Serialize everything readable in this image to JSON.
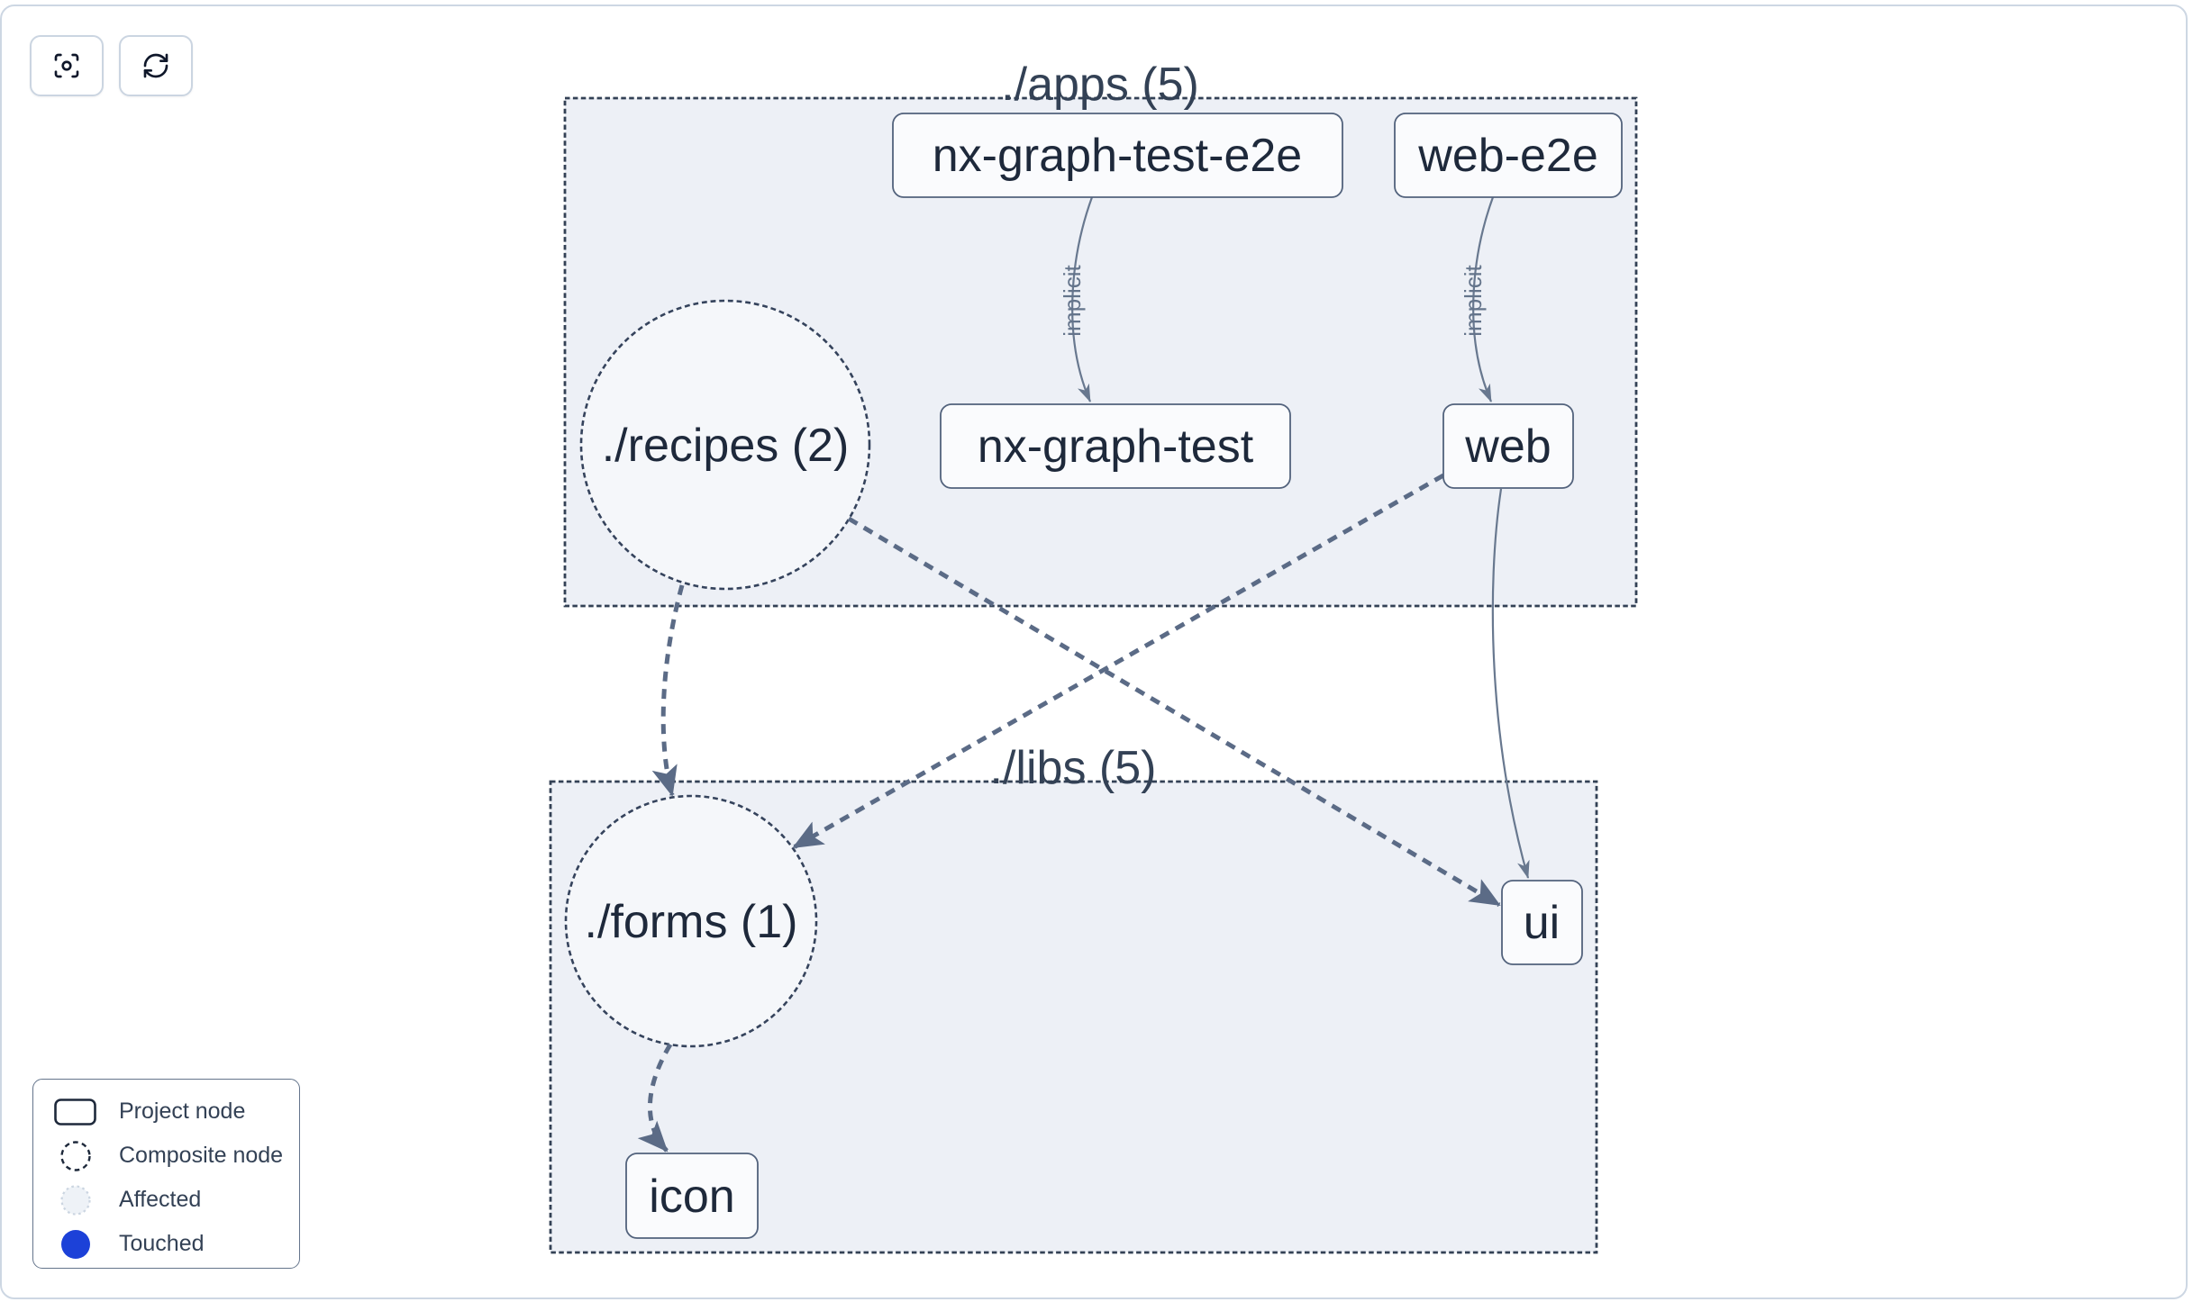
{
  "toolbar": {
    "buttons": [
      {
        "id": "center-graph",
        "icon": "focus-icon"
      },
      {
        "id": "refresh-graph",
        "icon": "refresh-icon"
      }
    ]
  },
  "graph": {
    "clusters": [
      {
        "id": "apps",
        "label": "./apps (5)"
      },
      {
        "id": "libs",
        "label": "./libs (5)"
      }
    ],
    "composite_nodes": [
      {
        "id": "recipes",
        "label": "./recipes (2)"
      },
      {
        "id": "forms",
        "label": "./forms (1)"
      }
    ],
    "project_nodes": [
      {
        "id": "nx-graph-test-e2e",
        "label": "nx-graph-test-e2e"
      },
      {
        "id": "web-e2e",
        "label": "web-e2e"
      },
      {
        "id": "nx-graph-test",
        "label": "nx-graph-test"
      },
      {
        "id": "web",
        "label": "web"
      },
      {
        "id": "ui",
        "label": "ui"
      },
      {
        "id": "icon",
        "label": "icon"
      }
    ],
    "edges": [
      {
        "from": "nx-graph-test-e2e",
        "to": "nx-graph-test",
        "label": "implicit",
        "style": "solid"
      },
      {
        "from": "web-e2e",
        "to": "web",
        "label": "implicit",
        "style": "solid"
      },
      {
        "from": "web",
        "to": "ui",
        "label": "",
        "style": "solid"
      },
      {
        "from": "recipes",
        "to": "forms",
        "label": "",
        "style": "dashed"
      },
      {
        "from": "recipes",
        "to": "ui",
        "label": "",
        "style": "dashed"
      },
      {
        "from": "web",
        "to": "forms",
        "label": "",
        "style": "dashed"
      },
      {
        "from": "forms",
        "to": "icon",
        "label": "",
        "style": "dashed"
      }
    ]
  },
  "legend": {
    "items": [
      {
        "icon": "project-node-icon",
        "label": "Project node"
      },
      {
        "icon": "composite-node-icon",
        "label": "Composite node"
      },
      {
        "icon": "affected-icon",
        "label": "Affected"
      },
      {
        "icon": "touched-icon",
        "label": "Touched"
      }
    ]
  },
  "colors": {
    "touched": "#1c41d8",
    "affected_fill": "#eef2f7",
    "cluster_fill": "#edf0f6",
    "frame_border": "#cdd7e3"
  }
}
